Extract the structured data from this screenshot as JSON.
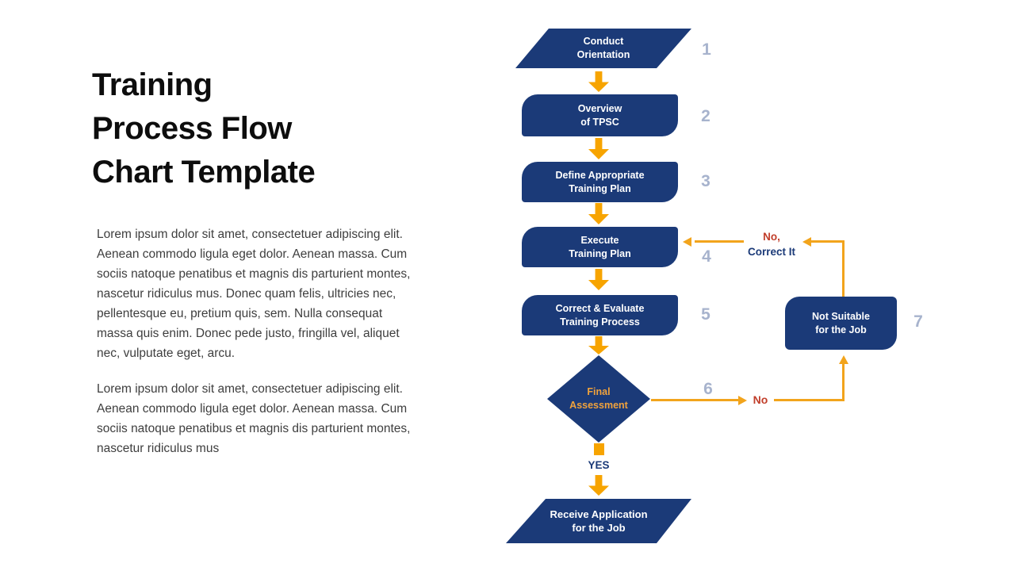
{
  "slide": {
    "title": "Training\nProcess Flow\nChart Template",
    "paragraph1": "Lorem ipsum dolor sit amet, consectetuer adipiscing elit.\nAenean commodo ligula eget dolor. Aenean massa. Cum\nsociis natoque penatibus et magnis dis parturient montes,\nnascetur ridiculus mus. Donec quam felis, ultricies nec,\npellentesque eu, pretium quis, sem. Nulla consequat\nmassa quis enim. Donec pede justo, fringilla vel, aliquet\nnec, vulputate eget, arcu.",
    "paragraph2": "Lorem ipsum dolor sit amet, consectetuer adipiscing elit.\nAenean commodo ligula eget dolor. Aenean massa. Cum\nsociis natoque penatibus et magnis dis parturient montes,\nnascetur ridiculus mus"
  },
  "flowchart": {
    "step1": {
      "number": "1",
      "label": "Conduct\nOrientation",
      "shape": "parallelogram"
    },
    "step2": {
      "number": "2",
      "label": "Overview\nof TPSC",
      "shape": "rounded-process"
    },
    "step3": {
      "number": "3",
      "label": "Define Appropriate\nTraining Plan",
      "shape": "rounded-process"
    },
    "step4": {
      "number": "4",
      "label": "Execute\nTraining Plan",
      "shape": "rounded-process"
    },
    "step5": {
      "number": "5",
      "label": "Correct & Evaluate\nTraining Process",
      "shape": "rounded-process"
    },
    "step6": {
      "number": "6",
      "label": "Final\nAssessment",
      "shape": "decision-diamond"
    },
    "step7": {
      "number": "7",
      "label": "Not Suitable\nfor the Job",
      "shape": "rounded-process"
    },
    "step8": {
      "label": "Receive Application\nfor the Job",
      "shape": "parallelogram"
    },
    "labels": {
      "yes": "YES",
      "no": "No",
      "no_correct_line1": "No,",
      "no_correct_line2": "Correct It"
    }
  },
  "colors": {
    "shape_navy": "#1b3a78",
    "arrow_orange": "#f7a400",
    "connector_orange": "#f2a41c",
    "no_red": "#c13e2a",
    "number_gray": "#a7b3cd",
    "diamond_text_gold": "#f0a23c",
    "body_text": "#3e3e3e",
    "title_black": "#0d0d0d"
  }
}
